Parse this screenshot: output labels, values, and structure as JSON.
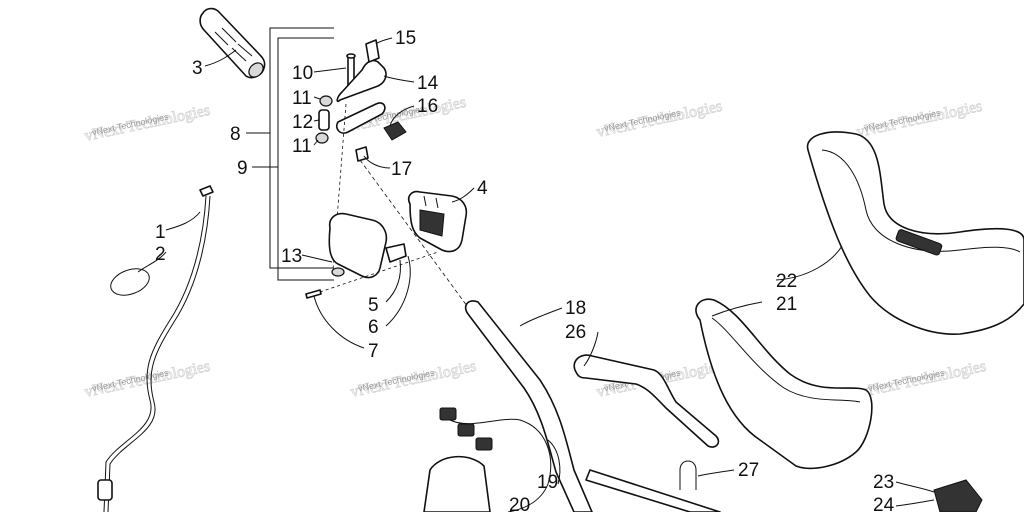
{
  "callouts": {
    "c1": "1",
    "c2": "2",
    "c3": "3",
    "c4": "4",
    "c5": "5",
    "c6": "6",
    "c7": "7",
    "c8": "8",
    "c9": "9",
    "c10": "10",
    "c11a": "11",
    "c11b": "11",
    "c12": "12",
    "c13": "13",
    "c14": "14",
    "c15": "15",
    "c16": "16",
    "c17": "17",
    "c18": "18",
    "c19": "19",
    "c20": "20",
    "c21": "21",
    "c22": "22",
    "c23": "23",
    "c24": "24",
    "c26": "26",
    "c27": "27"
  },
  "watermark": {
    "company": "vNext Technologies"
  }
}
